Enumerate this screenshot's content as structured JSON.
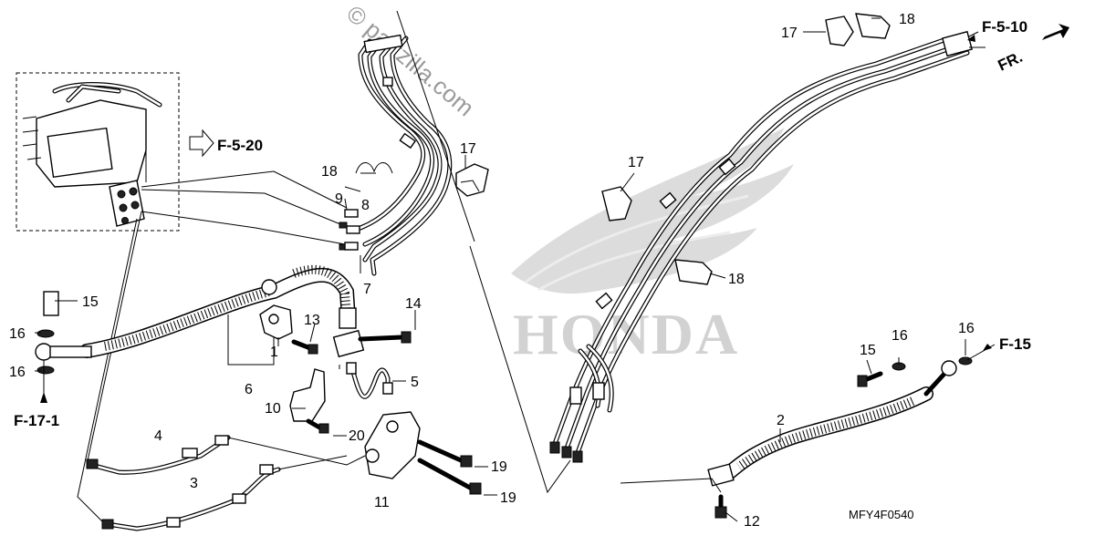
{
  "diagram": {
    "watermark": "© partzilla.com",
    "brand_mark": "HONDA",
    "drawing_code": "MFY4F0540",
    "direction_label": "FR.",
    "section_refs": {
      "abs_unit": "F-5-20",
      "front": "F-5-10",
      "right": "F-15",
      "lower_left": "F-17-1"
    },
    "callouts": {
      "c1": "1",
      "c2": "2",
      "c3": "3",
      "c4": "4",
      "c5": "5",
      "c6": "6",
      "c7": "7",
      "c8": "8",
      "c9": "9",
      "c10": "10",
      "c11": "11",
      "c12": "12",
      "c13": "13",
      "c14": "14",
      "c15a": "15",
      "c15b": "15",
      "c16a": "16",
      "c16b": "16",
      "c16c": "16",
      "c16d": "16",
      "c17a": "17",
      "c17b": "17",
      "c17c": "17",
      "c18a": "18",
      "c18b": "18",
      "c18c": "18",
      "c19a": "19",
      "c19b": "19",
      "c20": "20"
    }
  }
}
